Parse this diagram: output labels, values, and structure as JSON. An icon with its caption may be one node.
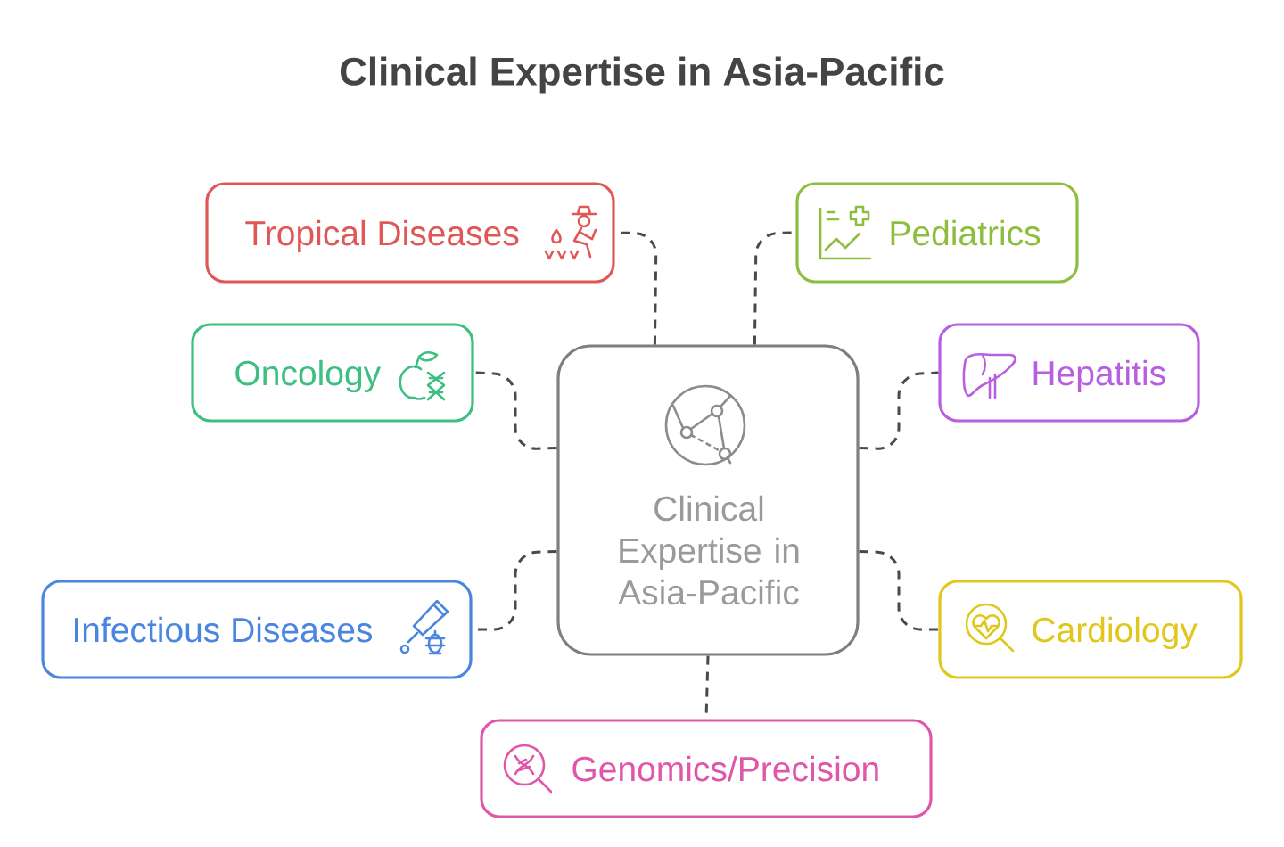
{
  "diagram": {
    "title": "Clinical Expertise in Asia-Pacific",
    "nodes": [
      {
        "text": [
          "Clinical Expertise in Asia-Pacific"
        ]
      },
      {
        "text": [
          "Tropical Diseases"
        ]
      },
      {
        "text": [
          "Pediatrics"
        ]
      },
      {
        "text": [
          "Oncology"
        ]
      },
      {
        "text": [
          "Hepatitis"
        ]
      },
      {
        "text": [
          "Infectious Diseases"
        ]
      },
      {
        "text": [
          "Cardiology"
        ]
      },
      {
        "text": [
          "Genomics/Precision"
        ]
      }
    ],
    "edges": [
      {
        "from": 0,
        "to": 1,
        "arrow": "none"
      },
      {
        "from": 0,
        "to": 2,
        "arrow": "none"
      },
      {
        "from": 0,
        "to": 3,
        "arrow": "none"
      },
      {
        "from": 0,
        "to": 4,
        "arrow": "none"
      },
      {
        "from": 0,
        "to": 5,
        "arrow": "none"
      },
      {
        "from": 0,
        "to": 6,
        "arrow": "none"
      },
      {
        "from": 0,
        "to": 7,
        "arrow": "none"
      }
    ]
  }
}
